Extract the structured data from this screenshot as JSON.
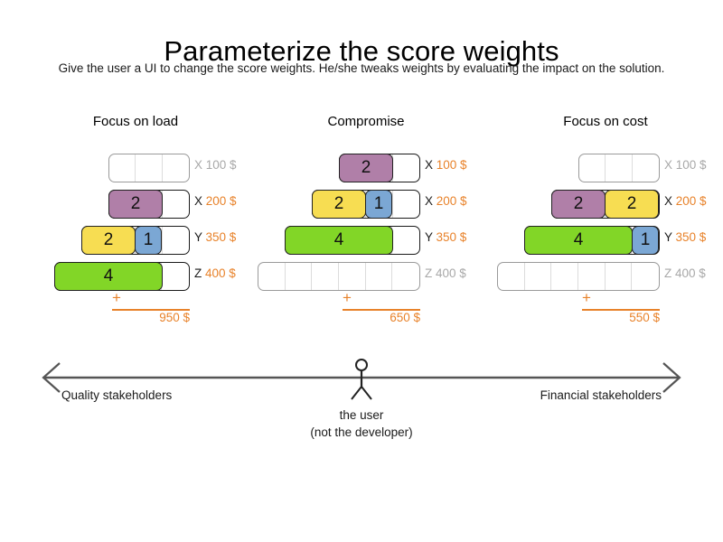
{
  "header": {
    "title": "Parameterize the score weights",
    "subtitle": "Give the user a UI to change the score weights. He/she tweaks weights by evaluating the impact on the solution."
  },
  "colors": {
    "accent_orange": "#e8822a",
    "inactive_gray": "#a8a8a8",
    "purple": "#b07fa8",
    "yellow": "#f7dd52",
    "blue": "#7ba7d4",
    "green": "#82d627",
    "text": "#1a1a1a"
  },
  "columns": [
    {
      "title": "Focus on load",
      "rows": [
        {
          "letter": "X",
          "amount": "100 $",
          "active": false,
          "slots": 3,
          "blocks": []
        },
        {
          "letter": "X",
          "amount": "200 $",
          "active": true,
          "slots": 3,
          "blocks": [
            {
              "value": "2",
              "color": "purple",
              "span": 2
            }
          ]
        },
        {
          "letter": "Y",
          "amount": "350 $",
          "active": true,
          "slots": 4,
          "blocks": [
            {
              "value": "2",
              "color": "yellow",
              "span": 2
            },
            {
              "value": "1",
              "color": "blue",
              "span": 1
            }
          ]
        },
        {
          "letter": "Z",
          "amount": "400 $",
          "active": true,
          "slots": 5,
          "blocks": [
            {
              "value": "4",
              "color": "green",
              "span": 4
            }
          ]
        }
      ],
      "sum_symbol": "+",
      "total": "950 $"
    },
    {
      "title": "Compromise",
      "rows": [
        {
          "letter": "X",
          "amount": "100 $",
          "active": true,
          "slots": 3,
          "blocks": [
            {
              "value": "2",
              "color": "purple",
              "span": 2
            }
          ]
        },
        {
          "letter": "X",
          "amount": "200 $",
          "active": true,
          "slots": 4,
          "blocks": [
            {
              "value": "2",
              "color": "yellow",
              "span": 2
            },
            {
              "value": "1",
              "color": "blue",
              "span": 1
            }
          ]
        },
        {
          "letter": "Y",
          "amount": "350 $",
          "active": true,
          "slots": 5,
          "blocks": [
            {
              "value": "4",
              "color": "green",
              "span": 4
            }
          ]
        },
        {
          "letter": "Z",
          "amount": "400 $",
          "active": false,
          "slots": 6,
          "blocks": []
        }
      ],
      "sum_symbol": "+",
      "total": "650 $"
    },
    {
      "title": "Focus on cost",
      "rows": [
        {
          "letter": "X",
          "amount": "100 $",
          "active": false,
          "slots": 3,
          "blocks": []
        },
        {
          "letter": "X",
          "amount": "200 $",
          "active": true,
          "slots": 4,
          "blocks": [
            {
              "value": "2",
              "color": "purple",
              "span": 2
            },
            {
              "value": "2",
              "color": "yellow",
              "span": 2
            }
          ]
        },
        {
          "letter": "Y",
          "amount": "350 $",
          "active": true,
          "slots": 5,
          "blocks": [
            {
              "value": "4",
              "color": "green",
              "span": 4
            },
            {
              "value": "1",
              "color": "blue",
              "span": 1
            }
          ]
        },
        {
          "letter": "Z",
          "amount": "400 $",
          "active": false,
          "slots": 6,
          "blocks": []
        }
      ],
      "sum_symbol": "+",
      "total": "550 $"
    }
  ],
  "axis": {
    "left_label": "Quality stakeholders",
    "right_label": "Financial stakeholders",
    "actor_caption_line1": "the user",
    "actor_caption_line2": "(not the developer)"
  }
}
